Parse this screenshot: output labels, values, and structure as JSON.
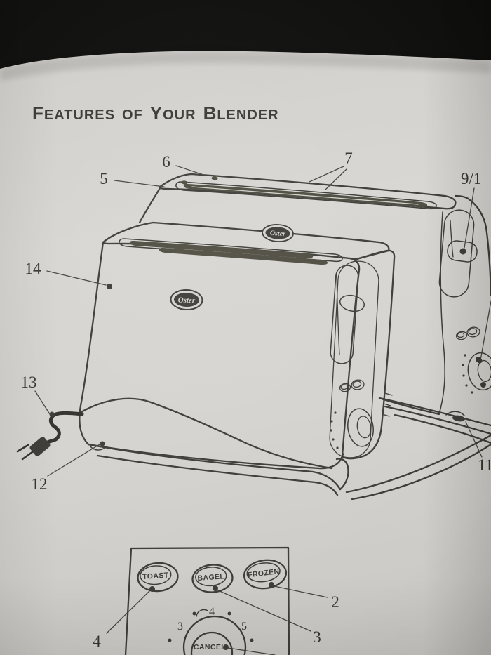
{
  "title": {
    "full_text": "FEATURES OF YOUR BLENDER",
    "words": [
      {
        "cap": "F",
        "rest": "EATURES"
      },
      {
        "cap": "",
        "rest": "OF"
      },
      {
        "cap": "Y",
        "rest": "OUR"
      },
      {
        "cap": "B",
        "rest": "LENDER"
      }
    ]
  },
  "brand": {
    "logo": "Oster"
  },
  "callouts": {
    "c2": "2",
    "c3": "3",
    "c4": "4",
    "c5": "5",
    "c6": "6",
    "c7": "7",
    "c9_partial": "9/1",
    "c11": "11",
    "c12": "12",
    "c13": "13",
    "c14": "14"
  },
  "control_panel": {
    "buttons": [
      {
        "label": "TOAST"
      },
      {
        "label": "BAGEL"
      },
      {
        "label": "FROZEN"
      }
    ],
    "dial": {
      "cancel_label": "CANCEL",
      "marks": [
        "3",
        "4",
        "5"
      ]
    }
  },
  "colors": {
    "background_band": "#0e0e0c",
    "paper": "#d6d4d0",
    "ink": "#3d3c36",
    "slot_fill": "#4e4c40"
  }
}
